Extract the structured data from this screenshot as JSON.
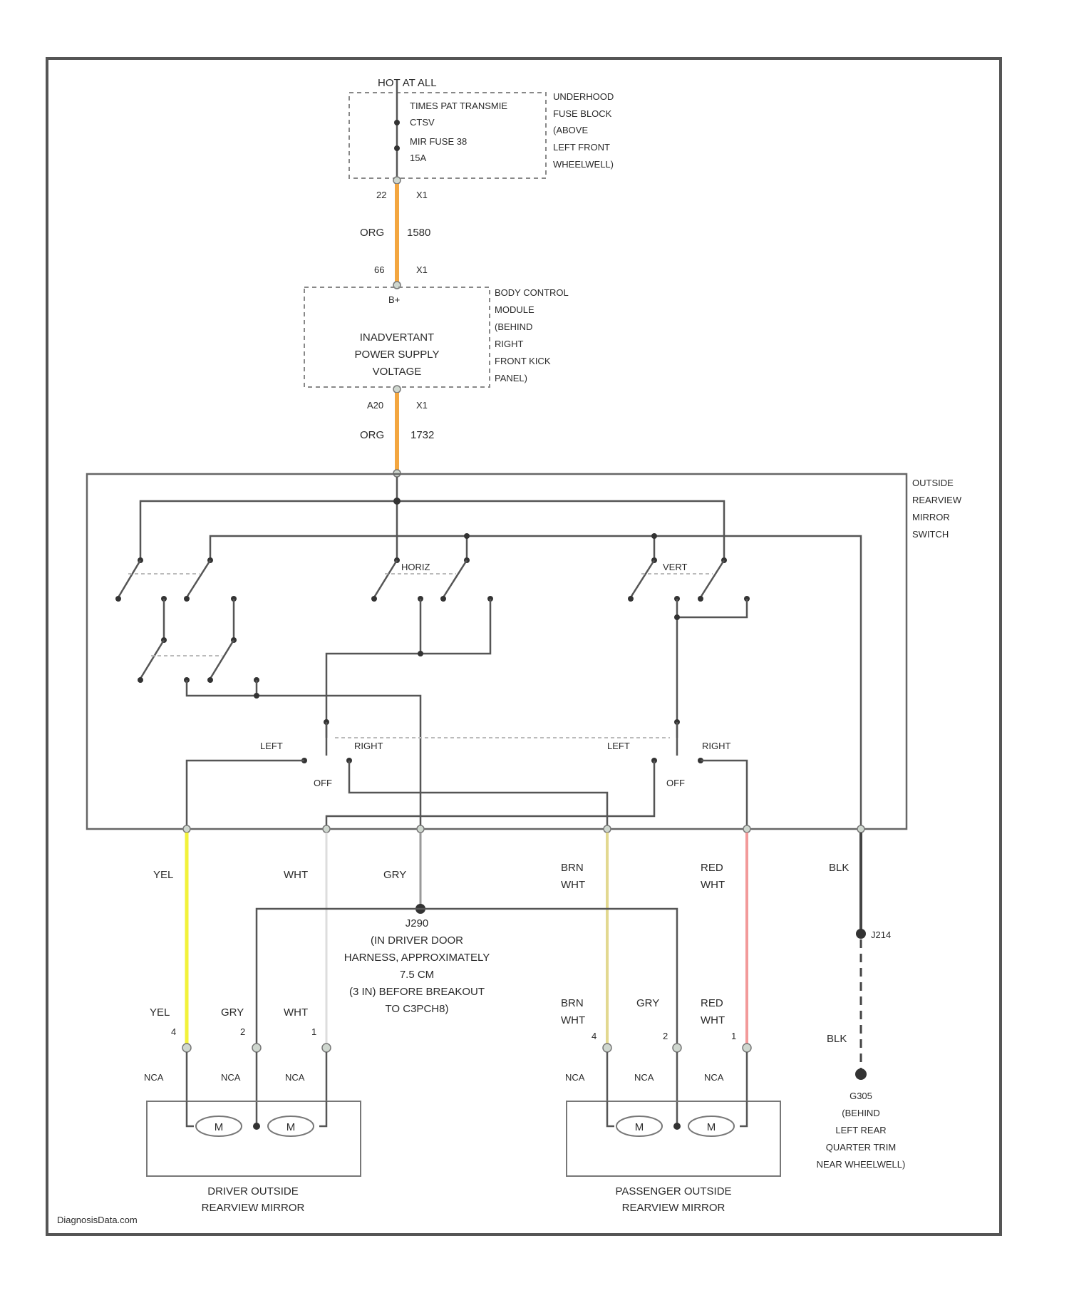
{
  "colors": {
    "orange": "#f3a640",
    "yellow": "#f2f23a",
    "brn_wht": "#e2d890",
    "red_wht": "#f29a9a",
    "wht": "#dddddd",
    "gry": "#999999",
    "blk": "#444444"
  },
  "top": {
    "hot_at_all": "HOT AT ALL",
    "times_label": "TIMES PAT TRANSMIE",
    "ctsv": "CTSV",
    "fuse_line": "MIR FUSE 38",
    "fuse_amp": "15A",
    "underhood": [
      "UNDERHOOD",
      "FUSE BLOCK",
      "(ABOVE",
      "LEFT FRONT",
      "WHEELWELL)"
    ]
  },
  "wire1": {
    "left_pin": "22",
    "right_pin": "X1",
    "color": "ORG",
    "circuit": "1580"
  },
  "bcm": {
    "pin_left": "66",
    "pin_right": "X1",
    "bplus": "B+",
    "inside": [
      "INADVERTANT",
      "POWER SUPPLY",
      "VOLTAGE"
    ],
    "label": [
      "BODY CONTROL",
      "MODULE",
      "(BEHIND",
      "RIGHT",
      "FRONT KICK",
      "PANEL)"
    ]
  },
  "wire2": {
    "left_pin": "A20",
    "right_pin": "X1",
    "color": "ORG",
    "circuit": "1732"
  },
  "switch": {
    "label": [
      "OUTSIDE",
      "REARVIEW",
      "MIRROR",
      "SWITCH"
    ],
    "horiz": "HORIZ",
    "vert": "VERT",
    "left1": "LEFT",
    "right1": "RIGHT",
    "off1": "OFF",
    "left2": "LEFT",
    "right2": "RIGHT",
    "off2": "OFF"
  },
  "wires": {
    "yel": "YEL",
    "wht": "WHT",
    "gry": "GRY",
    "brn": "BRN",
    "brn_wht": "WHT",
    "red": "RED",
    "red_wht": "WHT",
    "blk": "BLK"
  },
  "splice": {
    "name": "J290",
    "desc": [
      "(IN DRIVER DOOR",
      "HARNESS, APPROXIMATELY",
      "7.5 CM",
      "(3 IN) BEFORE BREAKOUT",
      "TO C3PCH8)"
    ]
  },
  "ground_splice": "J214",
  "driver_conn": {
    "yel": "YEL",
    "yel_pin": "4",
    "gry": "GRY",
    "gry_pin": "2",
    "wht": "WHT",
    "wht_pin": "1",
    "nca1": "NCA",
    "nca2": "NCA",
    "nca3": "NCA"
  },
  "pass_conn": {
    "brn": "BRN",
    "brn_wht": "WHT",
    "brn_pin": "4",
    "gry": "GRY",
    "gry_pin": "2",
    "red": "RED",
    "red_wht": "WHT",
    "red_pin": "1",
    "nca1": "NCA",
    "nca2": "NCA",
    "nca3": "NCA"
  },
  "ground": {
    "wire": "BLK",
    "label": [
      "G305",
      "(BEHIND",
      "LEFT REAR",
      "QUARTER TRIM",
      "NEAR WHEELWELL)"
    ]
  },
  "motor": "M",
  "driver_mirror": [
    "DRIVER OUTSIDE",
    "REARVIEW MIRROR"
  ],
  "pass_mirror": [
    "PASSENGER OUTSIDE",
    "REARVIEW MIRROR"
  ],
  "watermark": "DiagnosisData.com"
}
